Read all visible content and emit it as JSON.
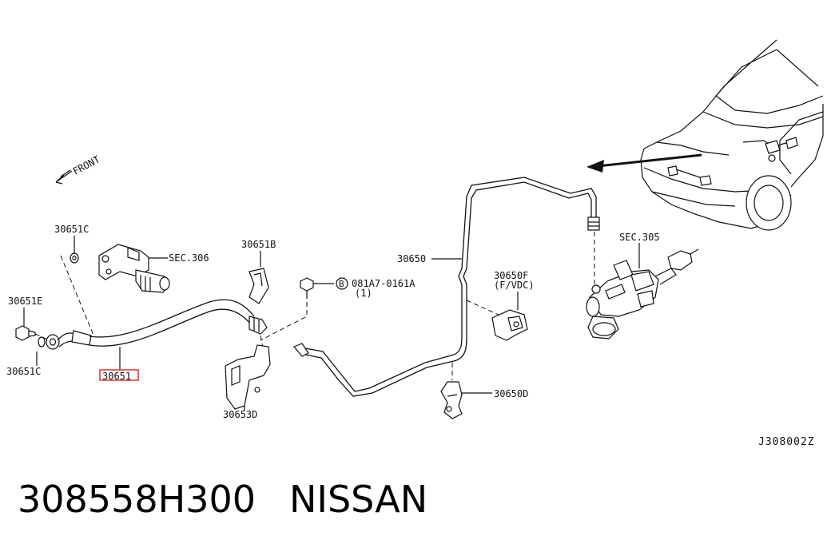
{
  "diagram": {
    "front_label": "FRONT",
    "labels": {
      "p_30651C_top": "30651C",
      "p_sec306": "SEC.306",
      "p_30651E": "30651E",
      "p_30651C_bottom": "30651C",
      "p_30651": "30651",
      "p_30651B": "30651B",
      "p_30653D": "30653D",
      "p_bolt_code": "081A7-0161A",
      "p_bolt_qty": "(1)",
      "p_bolt_symbol": "B",
      "p_30650": "30650",
      "p_30650F": "30650F",
      "p_30650F_note": "(F/VDC)",
      "p_30650D": "30650D",
      "p_sec305": "SEC.305",
      "diagram_code": "J308002Z"
    },
    "highlight_color": "#e02020"
  },
  "caption": {
    "part_number": "308558H300",
    "brand": "NISSAN"
  }
}
